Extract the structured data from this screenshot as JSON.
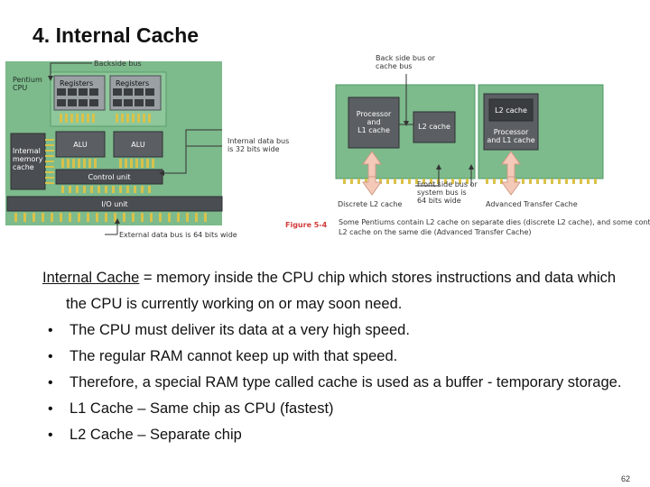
{
  "slide": {
    "title": "4. Internal Cache",
    "page_number": "62"
  },
  "figure_left": {
    "backside_bus": "Backside bus",
    "pentium_cpu": "Pentium\nCPU",
    "registers_1": "Registers",
    "registers_2": "Registers",
    "internal_memory_cache": "Internal\nmemory\ncache",
    "alu_1": "ALU",
    "alu_2": "ALU",
    "internal_data_bus": "Internal data bus\nis 32 bits wide",
    "control_unit": "Control unit",
    "io_unit": "I/O unit",
    "external_data_bus": "External data bus is 64 bits wide"
  },
  "figure_right": {
    "back_side_bus": "Back side bus or\ncache bus",
    "processor_l1": "Processor\nand\nL1 cache",
    "l2_cache_discrete": "L2 cache",
    "l2_cache_atc": "L2 cache",
    "processor_and_l1": "Processor\nand L1 cache",
    "front_side_bus": "Front side bus or\nsystem bus is\n64 bits wide",
    "discrete_label": "Discrete L2 cache",
    "atc_label": "Advanced Transfer Cache",
    "figure_number": "Figure 5-4",
    "caption_line1": "Some Pentiums contain L2 cache on separate dies (discrete L2 cache), and some contain",
    "caption_line2": "L2 cache on the same die (Advanced Transfer Cache)"
  },
  "body": {
    "term": "Internal Cache",
    "definition": " = memory inside the CPU chip which stores instructions and data which the CPU is currently working on or may soon need.",
    "bullet_symbol": "•",
    "bullets": [
      "The CPU must deliver its data at a very high speed.",
      "The regular RAM cannot keep up with that speed.",
      "Therefore, a special RAM type called cache is used as a buffer - temporary storage.",
      "L1 Cache – Same chip as CPU (fastest)",
      "L2 Cache – Separate chip"
    ]
  },
  "colors": {
    "board_green": "#7dba8c",
    "board_dark_green": "#4f9a64",
    "chip_gray": "#5b5f63",
    "chip_dark": "#3a3d40",
    "gold_pins": "#d9c24a",
    "arrow_fill": "#f4c9b8",
    "figure_number_red": "#d23b3b"
  }
}
